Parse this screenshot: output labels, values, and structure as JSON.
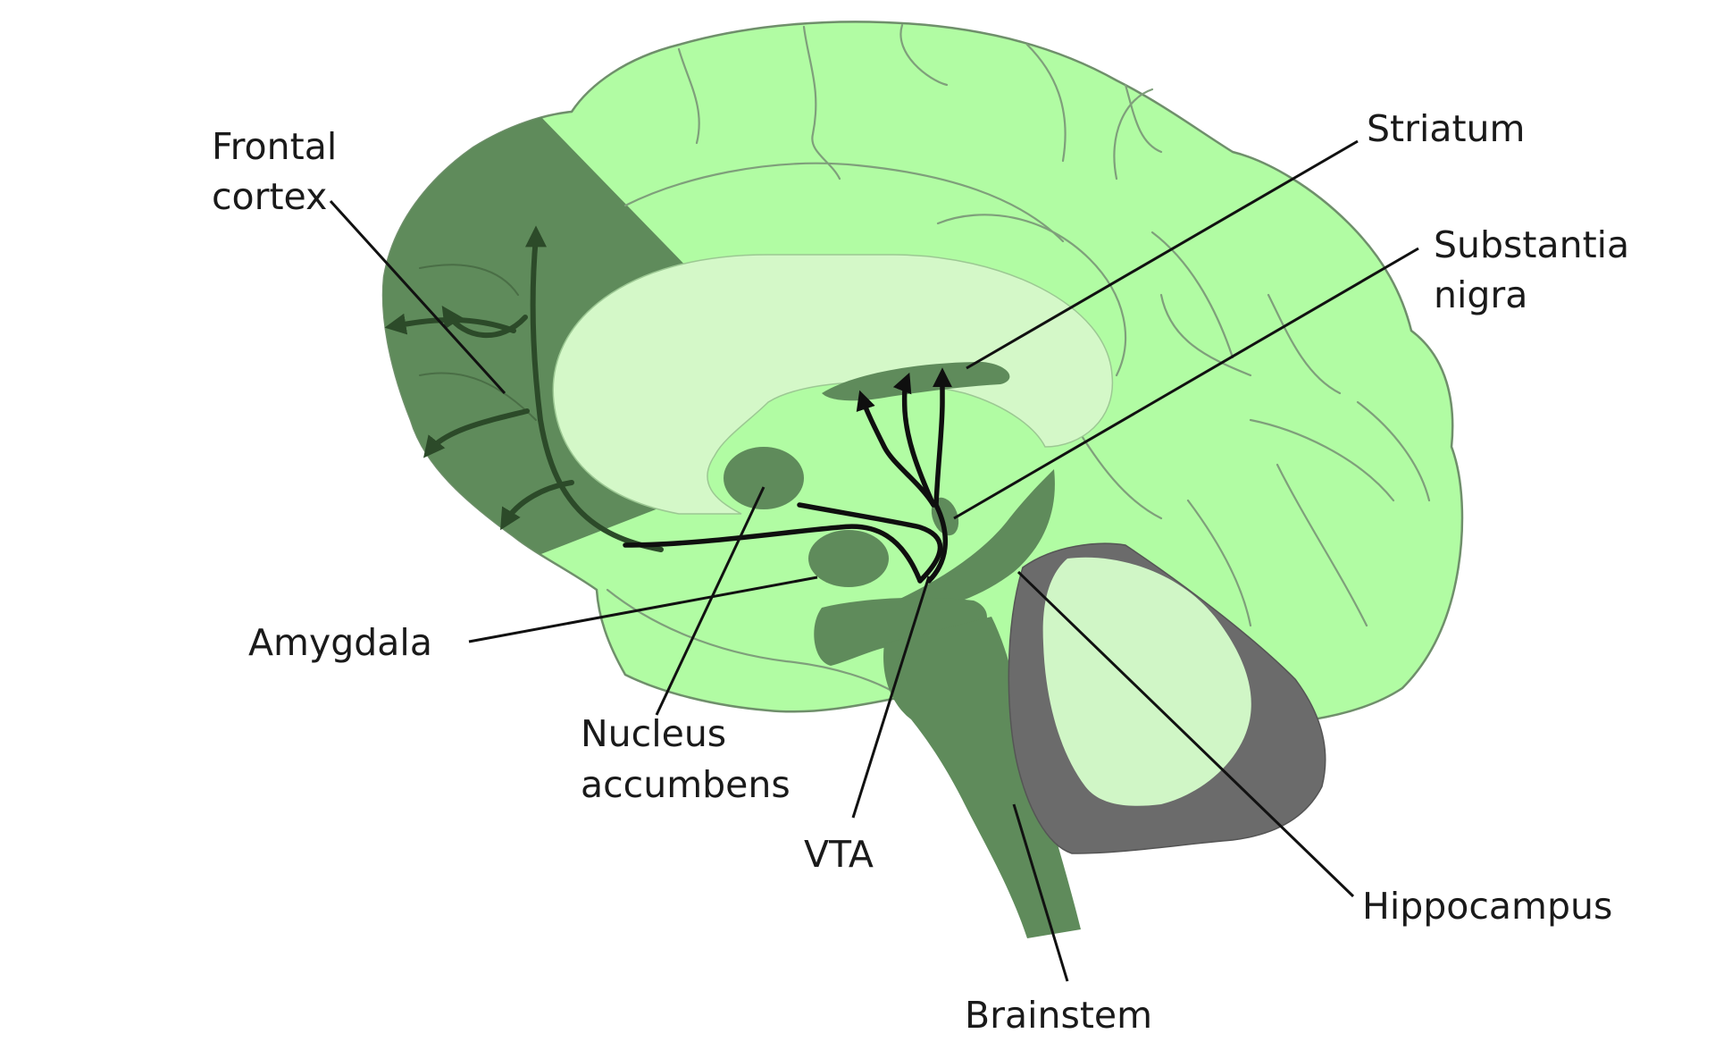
{
  "colors": {
    "cortex": "#b1fca3",
    "corpus_callosum": "#d4f8c8",
    "highlight": "#5f8b5b",
    "cerebellum": "#6b6b6b",
    "cerebellum_inner": "#d0f6c6",
    "pathway": "#111111"
  },
  "labels": {
    "frontal_cortex": [
      "Frontal",
      "cortex"
    ],
    "striatum": "Striatum",
    "substantia_nigra": [
      "Substantia",
      "nigra"
    ],
    "amygdala": "Amygdala",
    "nucleus_accumbens": [
      "Nucleus",
      "accumbens"
    ],
    "vta": "VTA",
    "hippocampus": "Hippocampus",
    "brainstem": "Brainstem"
  }
}
